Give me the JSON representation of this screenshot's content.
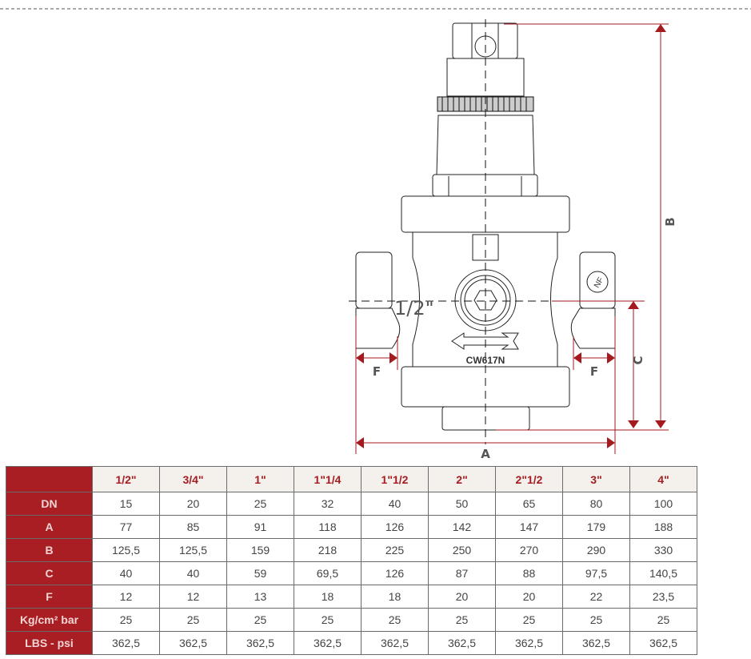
{
  "drawing": {
    "labels": {
      "A": "A",
      "B": "B",
      "C": "C",
      "F_left": "F",
      "F_right": "F"
    },
    "body_markings": {
      "size": "1/2\"",
      "material": "CW617N",
      "certification": "NF"
    },
    "dimension_color": "#a31a1f"
  },
  "table": {
    "columns": [
      "1/2\"",
      "3/4\"",
      "1\"",
      "1\"1/4",
      "1\"1/2",
      "2\"",
      "2\"1/2",
      "3\"",
      "4\""
    ],
    "rows": [
      {
        "label": "DN",
        "values": [
          "15",
          "20",
          "25",
          "32",
          "40",
          "50",
          "65",
          "80",
          "100"
        ]
      },
      {
        "label": "A",
        "values": [
          "77",
          "85",
          "91",
          "118",
          "126",
          "142",
          "147",
          "179",
          "188"
        ]
      },
      {
        "label": "B",
        "values": [
          "125,5",
          "125,5",
          "159",
          "218",
          "225",
          "250",
          "270",
          "290",
          "330"
        ]
      },
      {
        "label": "C",
        "values": [
          "40",
          "40",
          "59",
          "69,5",
          "126",
          "87",
          "88",
          "97,5",
          "140,5"
        ]
      },
      {
        "label": "F",
        "values": [
          "12",
          "12",
          "13",
          "18",
          "18",
          "20",
          "20",
          "22",
          "23,5"
        ]
      },
      {
        "label": "Kg/cm² bar",
        "values": [
          "25",
          "25",
          "25",
          "25",
          "25",
          "25",
          "25",
          "25",
          "25"
        ]
      },
      {
        "label": "LBS - psi",
        "values": [
          "362,5",
          "362,5",
          "362,5",
          "362,5",
          "362,5",
          "362,5",
          "362,5",
          "362,5",
          "362,5"
        ]
      }
    ],
    "header_color": "#a81e22"
  }
}
